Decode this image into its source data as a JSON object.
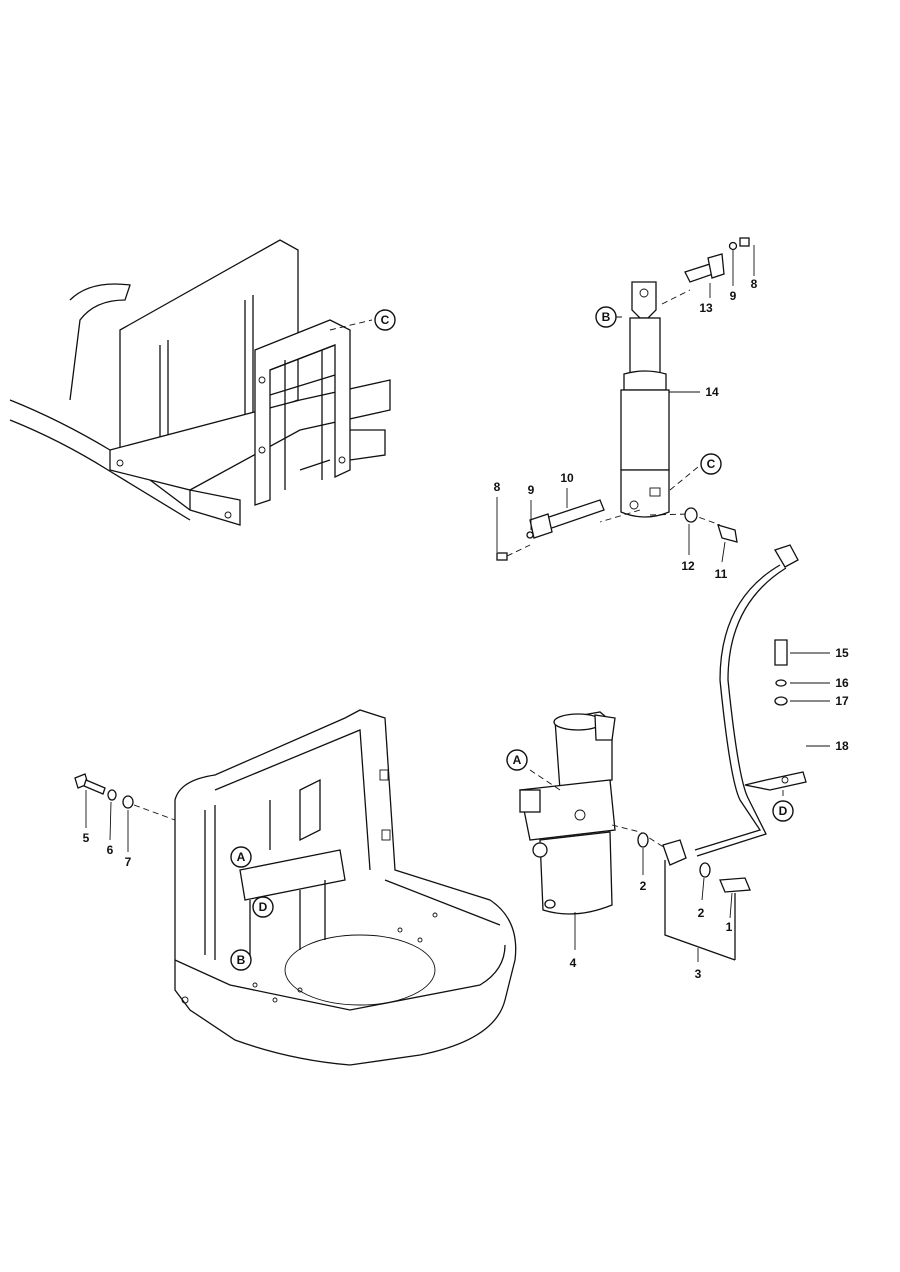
{
  "diagram": {
    "type": "exploded-parts-view",
    "callouts": {
      "c_frame": "C",
      "b_cyl": "B",
      "p13": "13",
      "p9_top": "9",
      "p8_top": "8",
      "p14": "14",
      "c_cyl": "C",
      "p10": "10",
      "p9_bot": "9",
      "p8_bot": "8",
      "p12": "12",
      "p11": "11",
      "p15": "15",
      "p16": "16",
      "p17": "17",
      "p18": "18",
      "d_hose": "D",
      "a_pump": "A",
      "p2_left": "2",
      "p2_right": "2",
      "p1": "1",
      "p3": "3",
      "p4": "4",
      "p5": "5",
      "p6": "6",
      "p7": "7",
      "a_base": "A",
      "d_base": "D",
      "b_base": "B"
    }
  }
}
